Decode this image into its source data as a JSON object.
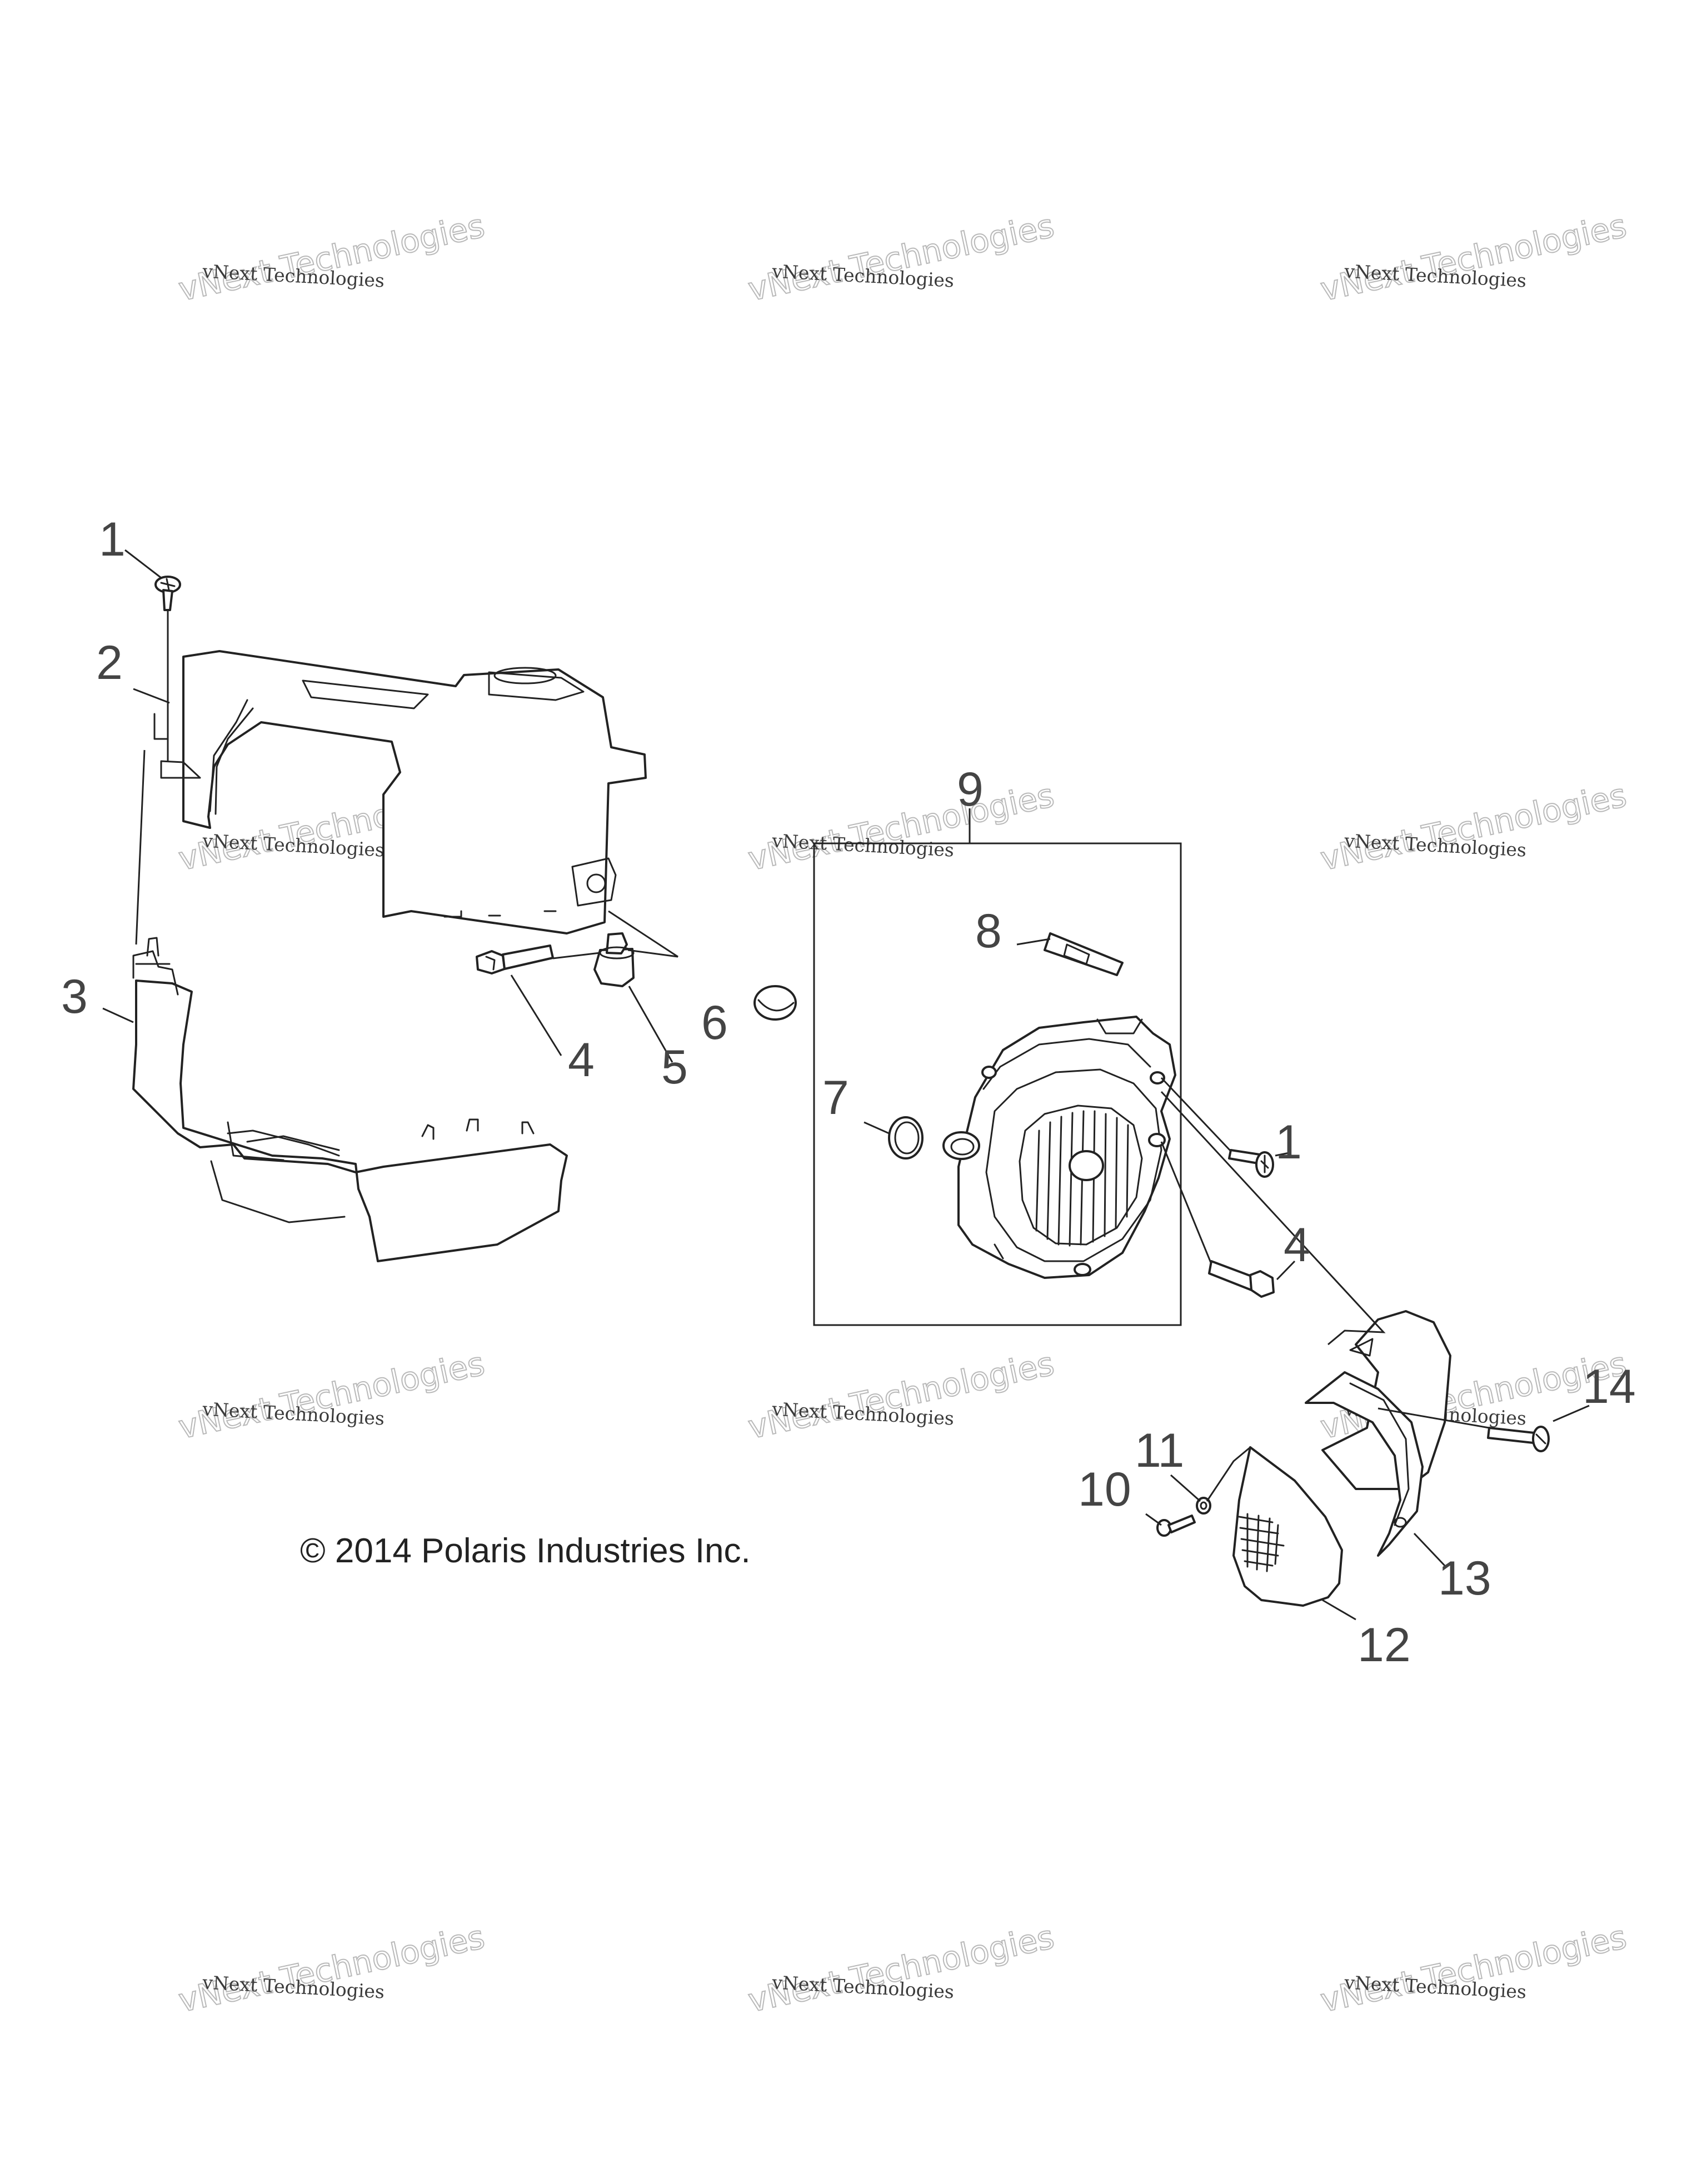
{
  "callouts": [
    "1",
    "2",
    "3",
    "4",
    "5",
    "6",
    "7",
    "8",
    "9",
    "1",
    "4",
    "10",
    "11",
    "12",
    "13",
    "14"
  ],
  "copyright": "© 2014 Polaris Industries Inc.",
  "watermark": {
    "line1": "vNext Technologies",
    "line2": "vNext Technologies"
  },
  "colors": {
    "line": "#222222",
    "callout": "#444444",
    "watermark": "#b9b9b9"
  }
}
